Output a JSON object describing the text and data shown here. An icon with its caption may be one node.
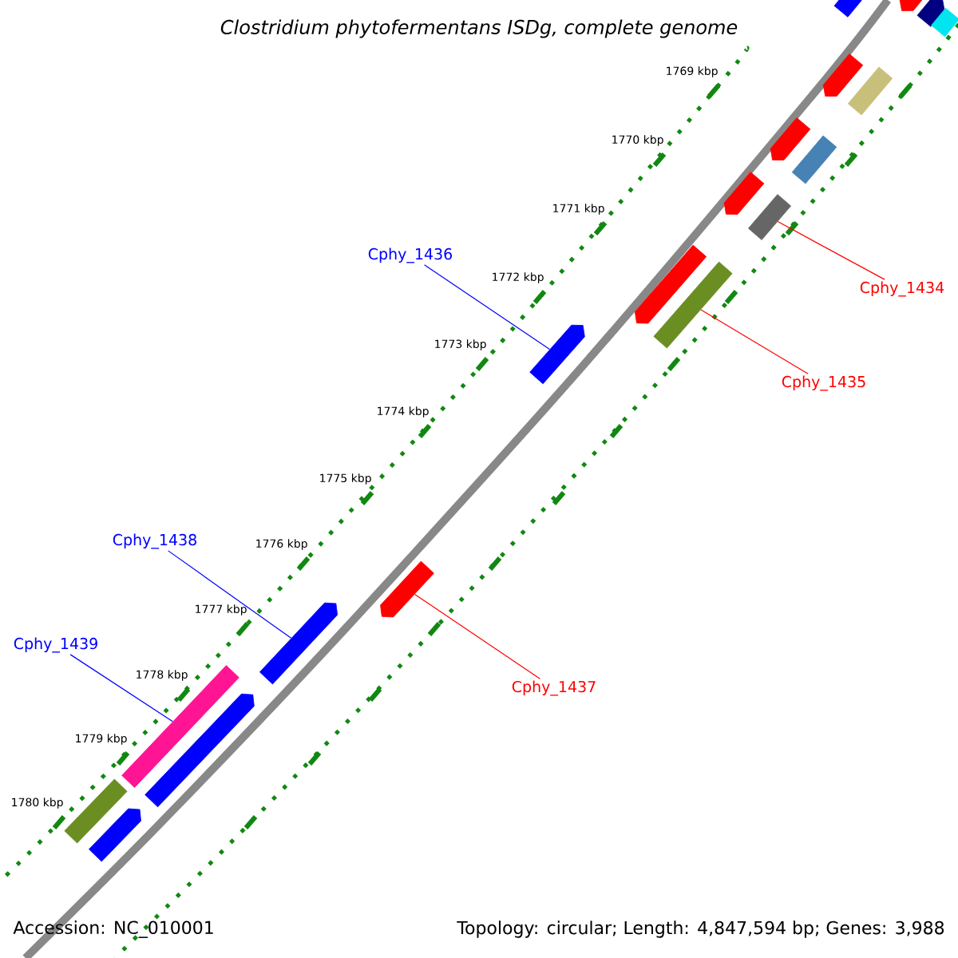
{
  "diagram": {
    "title": "*Clostridium phytofermentans* ISDg, complete genome",
    "nodes": [
      {
        "text": [
          "Cphy_1436"
        ]
      },
      {
        "text": [
          "Cphy_1434"
        ]
      },
      {
        "text": [
          "Cphy_1435"
        ]
      },
      {
        "text": [
          "Cphy_1438"
        ]
      },
      {
        "text": [
          "Cphy_1439"
        ]
      },
      {
        "text": [
          "Cphy_1437"
        ]
      },
      {
        "text": [],
        "shape": "arrow"
      },
      {
        "text": [],
        "shape": "bar"
      },
      {
        "text": [],
        "shape": "bar"
      },
      {
        "text": [],
        "shape": "arrow"
      },
      {
        "text": [],
        "shape": "bar"
      },
      {
        "text": [],
        "shape": "arrow"
      },
      {
        "text": [],
        "shape": "arrow"
      },
      {
        "text": [],
        "shape": "arrow"
      },
      {
        "text": [],
        "shape": "arrow"
      },
      {
        "text": [],
        "shape": "bar"
      },
      {
        "text": [],
        "shape": "arrow"
      },
      {
        "text": [],
        "shape": "bar"
      },
      {
        "text": [],
        "shape": "arrow"
      },
      {
        "text": [],
        "shape": "bar"
      },
      {
        "text": [],
        "shape": "arrow"
      },
      {
        "text": [],
        "shape": "arrow"
      },
      {
        "text": [],
        "shape": "arrow"
      },
      {
        "text": [],
        "shape": "bar"
      },
      {
        "text": [],
        "shape": "arrow"
      }
    ],
    "edges": [
      {
        "from": 0,
        "to": 6,
        "arrow": "none",
        "color": "#0000ff"
      },
      {
        "from": 1,
        "to": 7,
        "arrow": "none",
        "color": "#ff0000"
      },
      {
        "from": 2,
        "to": 8,
        "arrow": "none",
        "color": "#ff0000"
      },
      {
        "from": 3,
        "to": 9,
        "arrow": "none",
        "color": "#0000ff"
      },
      {
        "from": 4,
        "to": 10,
        "arrow": "none",
        "color": "#0000ff"
      },
      {
        "from": 5,
        "to": 11,
        "arrow": "none",
        "color": "#ff0000"
      }
    ],
    "labels": [
      "1769 kbp",
      "1770 kbp",
      "1771 kbp",
      "1772 kbp",
      "1773 kbp",
      "1774 kbp",
      "1775 kbp",
      "1776 kbp",
      "1777 kbp",
      "1778 kbp",
      "1779 kbp",
      "1780 kbp",
      "Accession: NC_010001",
      "Topology: circular; Length: 4,847,594 bp; Genes: 3,988"
    ]
  }
}
